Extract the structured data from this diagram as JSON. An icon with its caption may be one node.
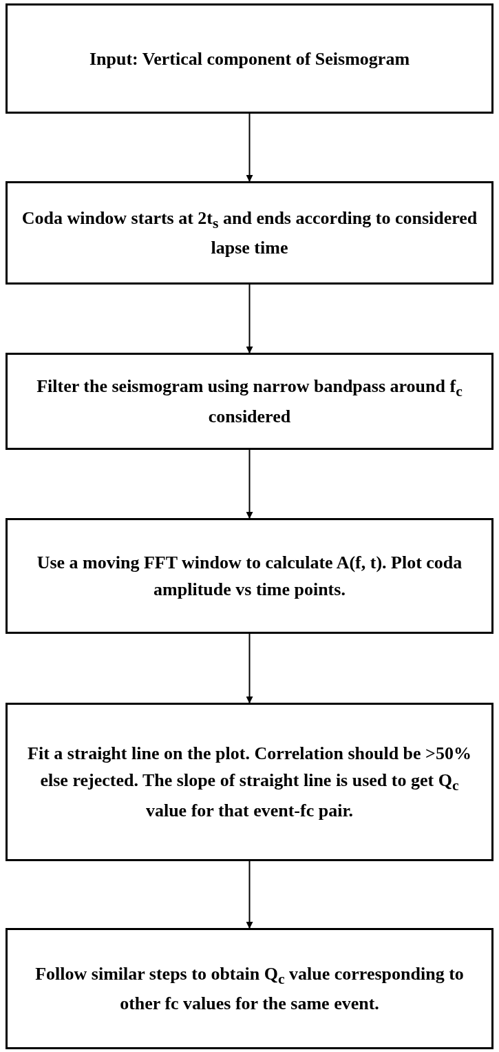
{
  "diagram": {
    "nodes": [
      {
        "text": [
          "Input: Vertical component of Seismogram"
        ]
      },
      {
        "text": [
          "Coda window starts at 2t$_{s}$ and ends according to considered lapse time"
        ]
      },
      {
        "text": [
          "Filter the seismogram using narrow bandpass around f$_{c}$ considered"
        ]
      },
      {
        "text": [
          "Use a moving FFT window to calculate A(f, t). Plot coda amplitude vs time points."
        ]
      },
      {
        "text": [
          "Fit a straight line on the plot. Correlation should be >50% else rejected. The slope of straight line is used to get Q$_{c}$ value for that event-fc pair."
        ]
      },
      {
        "text": [
          "Follow similar steps to obtain Q$_{c}$ value corresponding to other fc values for the same event."
        ]
      }
    ],
    "edges": [
      {
        "from": 0,
        "to": 1,
        "arrow": "to"
      },
      {
        "from": 1,
        "to": 2,
        "arrow": "to"
      },
      {
        "from": 2,
        "to": 3,
        "arrow": "to"
      },
      {
        "from": 3,
        "to": 4,
        "arrow": "to"
      },
      {
        "from": 4,
        "to": 5,
        "arrow": "to"
      }
    ]
  }
}
